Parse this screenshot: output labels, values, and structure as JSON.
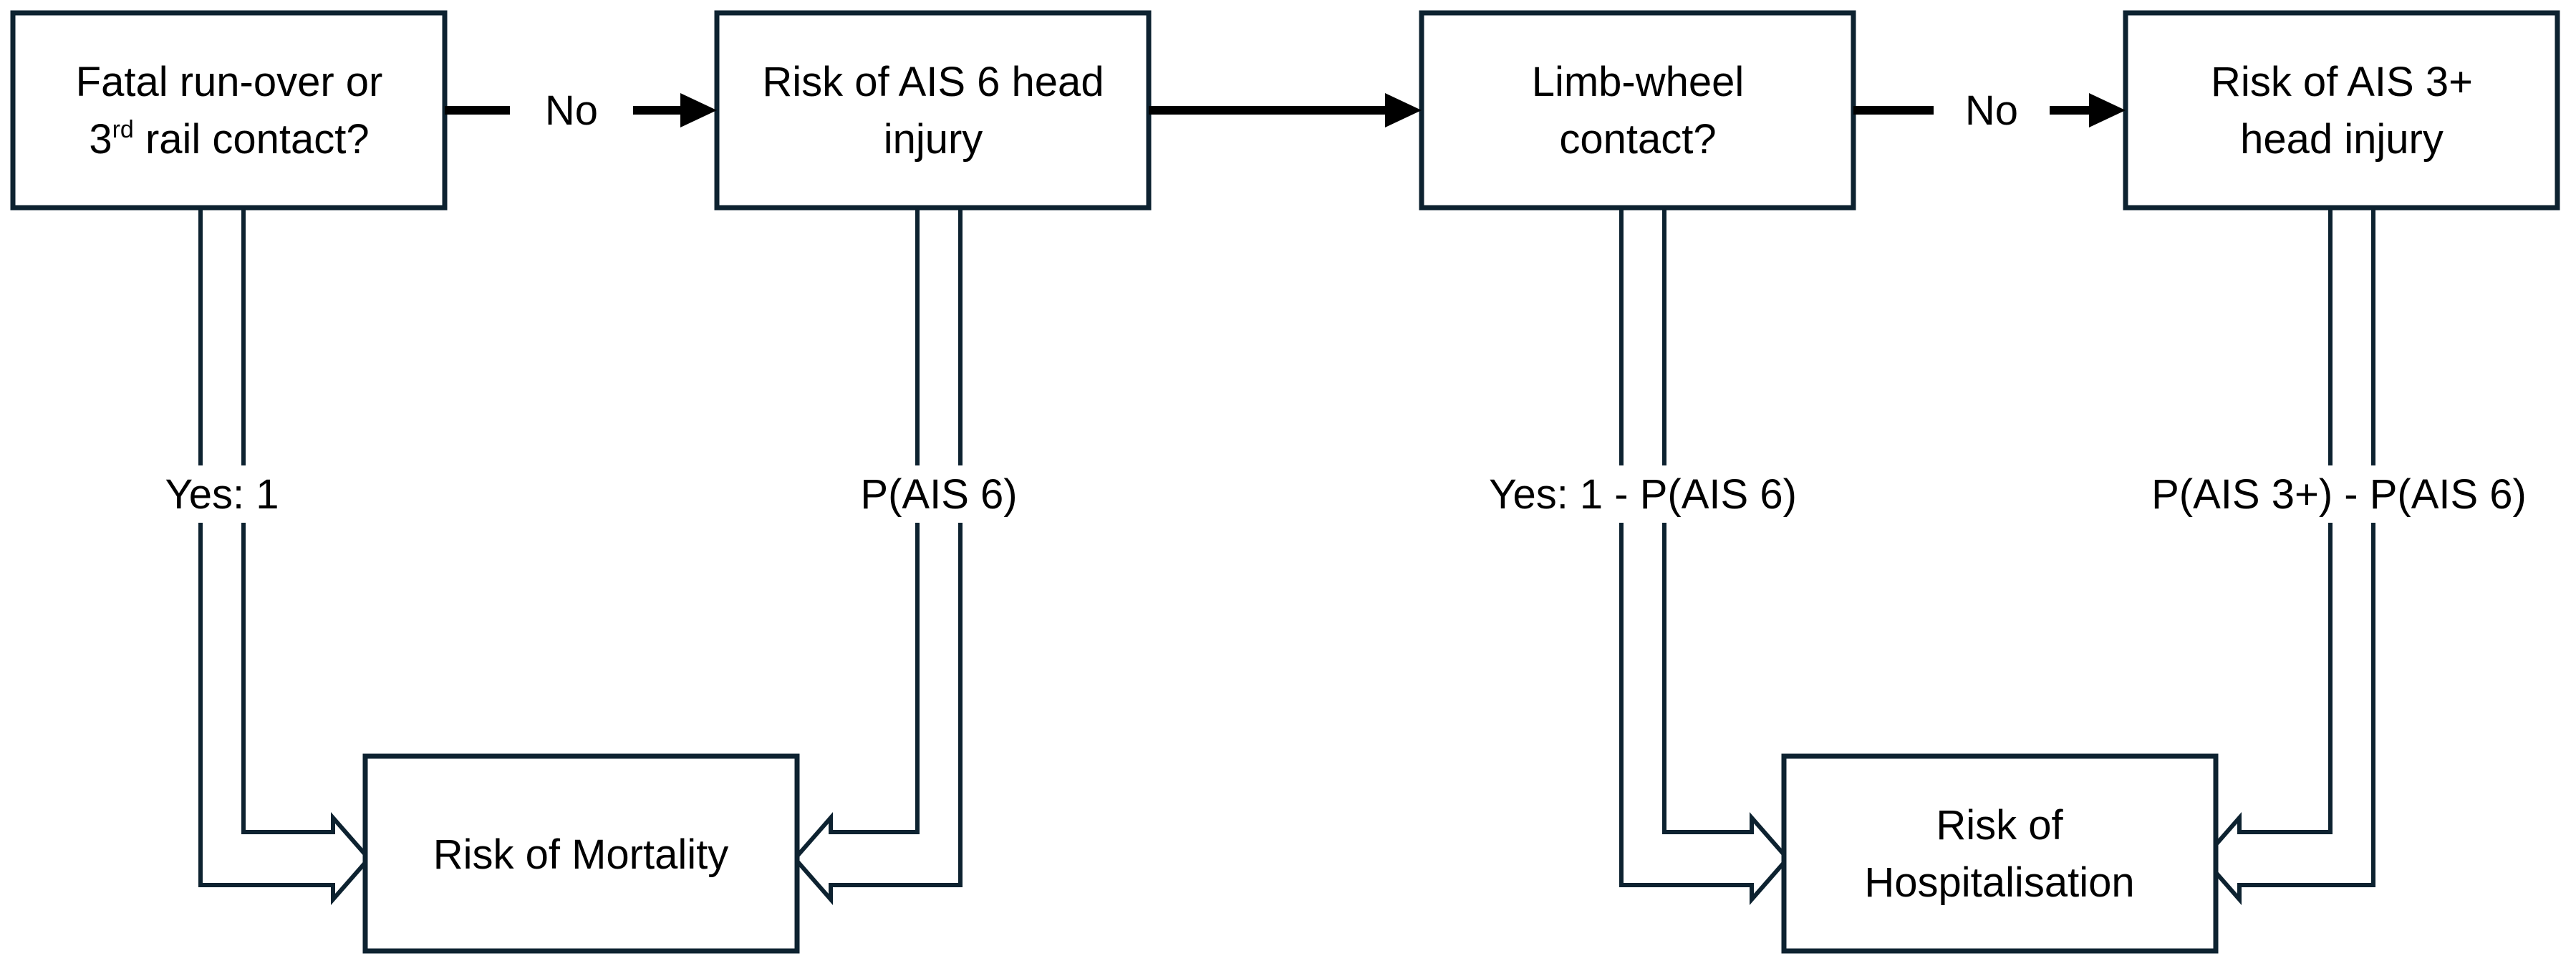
{
  "nodes": {
    "fatal_runover": {
      "line1": "Fatal run-over or",
      "line2_prefix": "3",
      "line2_sup": "rd",
      "line2_rest": " rail contact?"
    },
    "ais6_head": {
      "line1": "Risk of AIS 6 head",
      "line2": "injury"
    },
    "limb_wheel": {
      "line1": "Limb-wheel",
      "line2": "contact?"
    },
    "ais3_head": {
      "line1": "Risk of AIS 3+",
      "line2": "head injury"
    },
    "mortality": {
      "line1": "Risk of Mortality"
    },
    "hospitalisation": {
      "line1": "Risk of",
      "line2": "Hospitalisation"
    }
  },
  "edges": {
    "fatal_to_ais6": "No",
    "limb_to_ais3": "No",
    "fatal_to_mortality": "Yes: 1",
    "ais6_to_mortality": "P(AIS 6)",
    "limb_to_hosp": "Yes: 1 - P(AIS 6)",
    "ais3_to_hosp": "P(AIS 3+) - P(AIS 6)"
  },
  "colors": {
    "box_stroke": "#0d2230",
    "solid_arrow": "#000000",
    "background": "#ffffff"
  }
}
